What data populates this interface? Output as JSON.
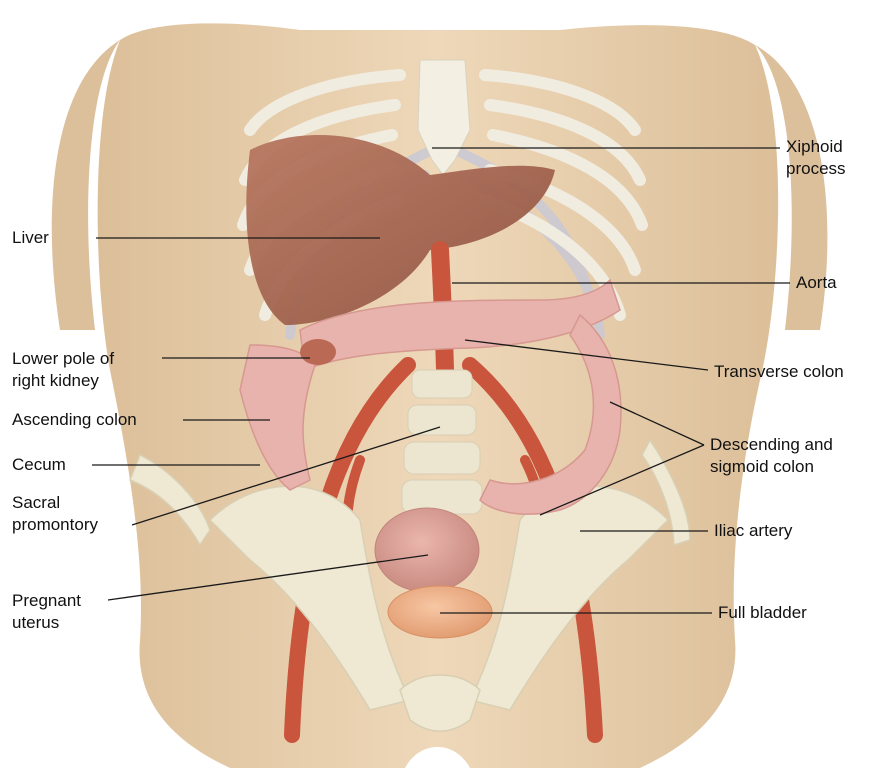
{
  "labels": {
    "xiphoid": "Xiphoid\nprocess",
    "liver": "Liver",
    "aorta": "Aorta",
    "kidney": "Lower pole of\nright kidney",
    "transverse": "Transverse colon",
    "ascending": "Ascending colon",
    "descending": "Descending and\nsigmoid colon",
    "cecum": "Cecum",
    "sacral": "Sacral\npromontory",
    "iliac": "Iliac artery",
    "uterus": "Pregnant\nuterus",
    "bladder": "Full bladder"
  },
  "colors": {
    "background": "#ffffff",
    "skin": "#ead2b1",
    "bone": "#efe8d2",
    "liver": "#a9674f",
    "artery": "#c9553d",
    "colon": "#e8b3ad",
    "uterus": "#dfa69c",
    "bladder": "#f0b48e",
    "leader": "#1a1a1a"
  }
}
